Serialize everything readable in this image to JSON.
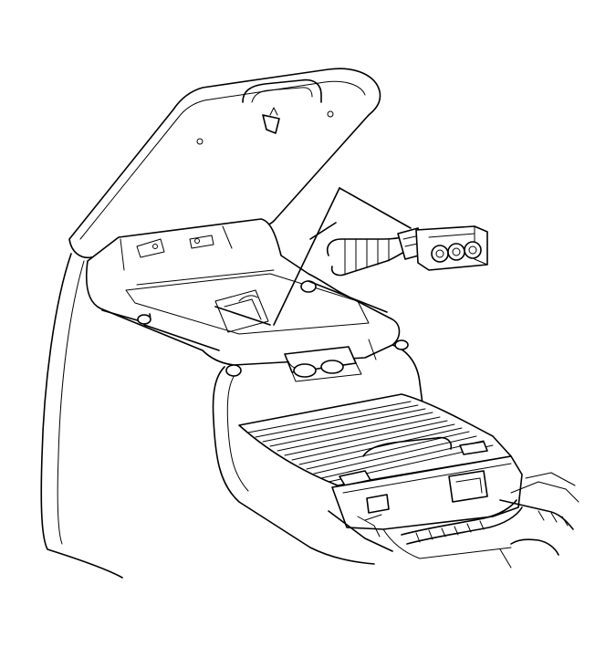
{
  "diagram": {
    "subject": "center-console",
    "colors": {
      "line": "#000000",
      "background": "#ffffff"
    },
    "detail_view": {
      "component": "auxiliary-jack-panel",
      "jack_count": 3
    }
  }
}
